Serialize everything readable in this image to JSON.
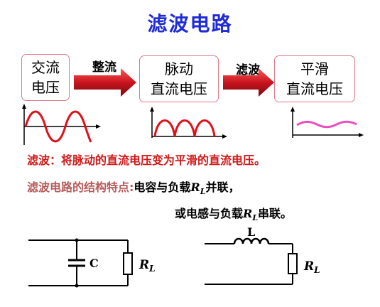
{
  "title": "滤波电路",
  "stages": [
    {
      "line1": "交流",
      "line2": "电压"
    },
    {
      "line1": "脉动",
      "line2": "直流电压"
    },
    {
      "line1": "平滑",
      "line2": "直流电压"
    }
  ],
  "arrows": [
    {
      "label": "整流"
    },
    {
      "label": "滤波"
    }
  ],
  "definition": {
    "term": "滤波：",
    "text": "将脉动的直流电压变为平滑的直流电压。"
  },
  "feature": {
    "label": "滤波电路的结构特点:",
    "line1_pre": "电容与负载",
    "line1_post": "并联，",
    "line2_pre": "或电感与负载",
    "line2_post": "串联。",
    "load_symbol": "R",
    "load_subscript": "L"
  },
  "circuit_c": {
    "cap_label": "C",
    "load_symbol": "R",
    "load_subscript": "L"
  },
  "circuit_l": {
    "ind_label": "L",
    "load_symbol": "R",
    "load_subscript": "L"
  },
  "colors": {
    "title": "#1f2bd6",
    "box_border": "#e07a8a",
    "arrow_red": "#c8141e",
    "wave_red": "#e0101a",
    "wave_pink": "#e84fc0",
    "definition_red": "#d11a1a",
    "feature_brown": "#b75a5a"
  }
}
